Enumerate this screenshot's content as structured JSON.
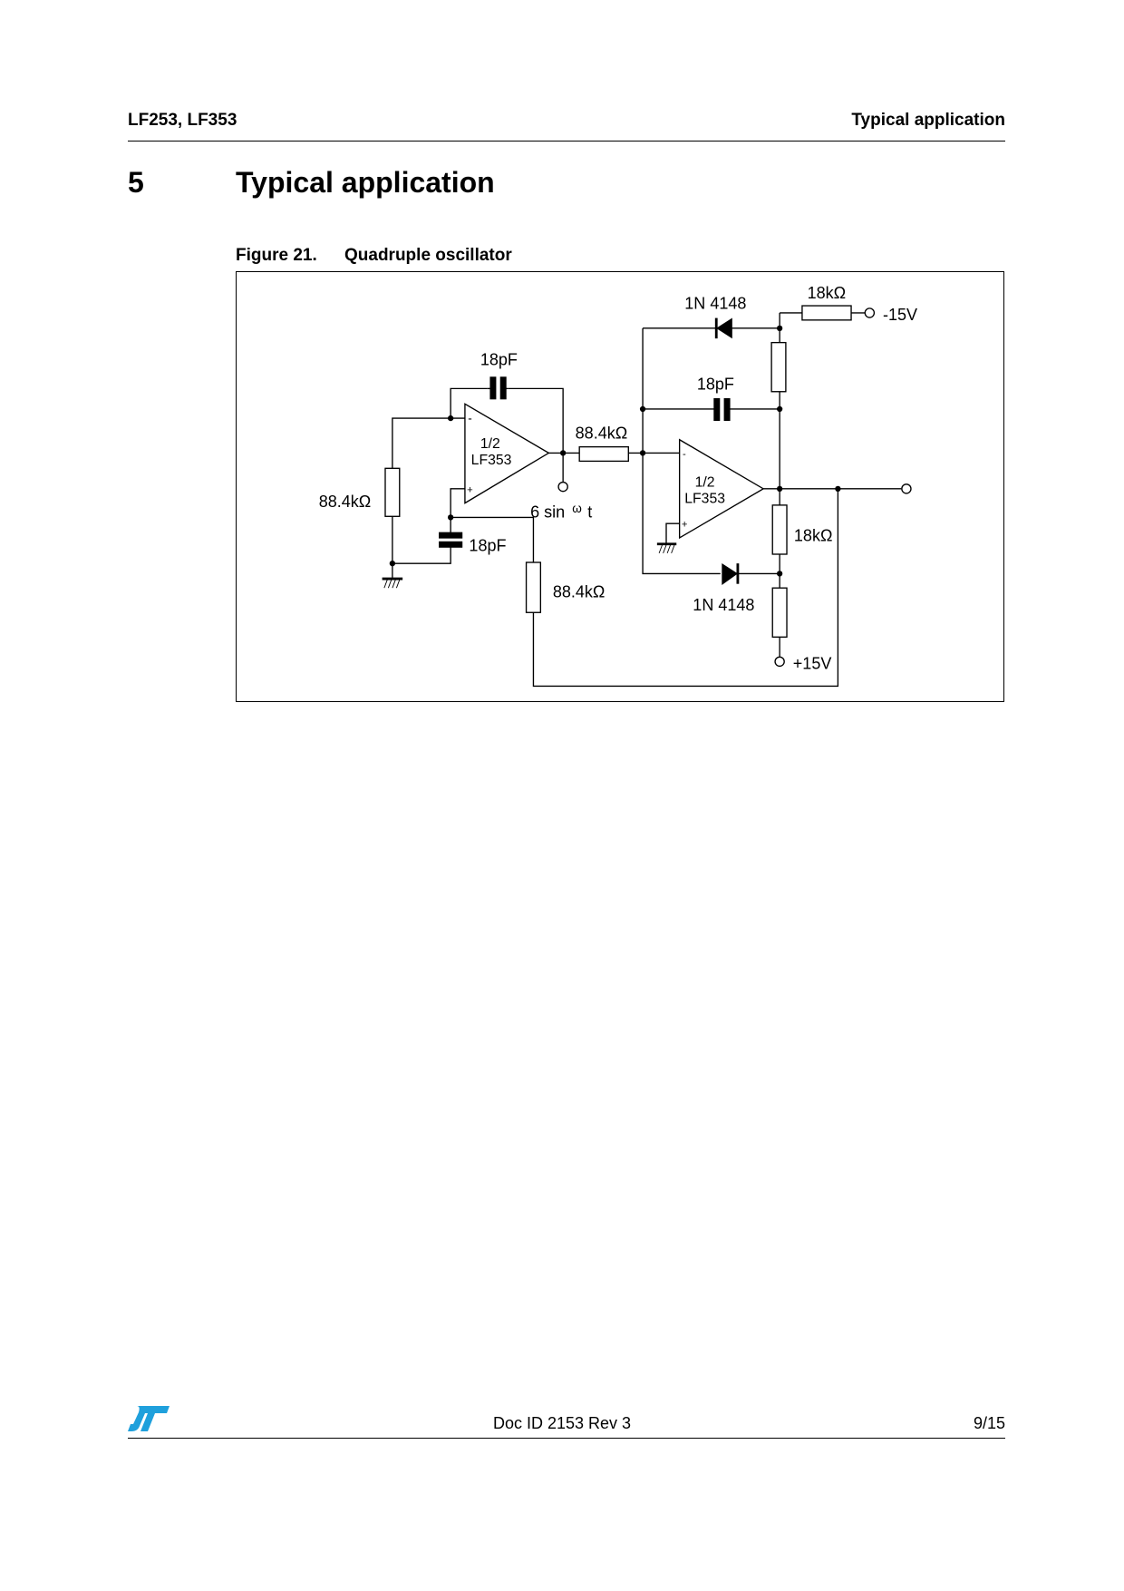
{
  "header": {
    "left": "LF253, LF353",
    "right": "Typical application"
  },
  "section": {
    "number": "5",
    "title": "Typical application"
  },
  "figure": {
    "number": "Figure 21.",
    "title": "Quadruple oscillator",
    "labels": {
      "opamp1_half": "1/2",
      "opamp1_part": "LF353",
      "opamp2_half": "1/2",
      "opamp2_part": "LF353",
      "cap_feedback1": "18pF",
      "cap_ground1": "18pF",
      "cap_feedback2": "18pF",
      "res_left": "88.4kΩ",
      "res_mid": "88.4kΩ",
      "res_bottom": "88.4kΩ",
      "res_neg_supply": "18kΩ",
      "res_out": "18kΩ",
      "diode_top": "1N 4148",
      "diode_bottom": "1N 4148",
      "neg_supply": "-15V",
      "pos_supply": "+15V",
      "signal": "6 sin",
      "omega": "ω",
      "t": "t",
      "minus": "-",
      "plus": "+"
    }
  },
  "footer": {
    "doc_id": "Doc ID 2153 Rev 3",
    "page": "9/15",
    "logo_color": "#1FA0DC"
  }
}
